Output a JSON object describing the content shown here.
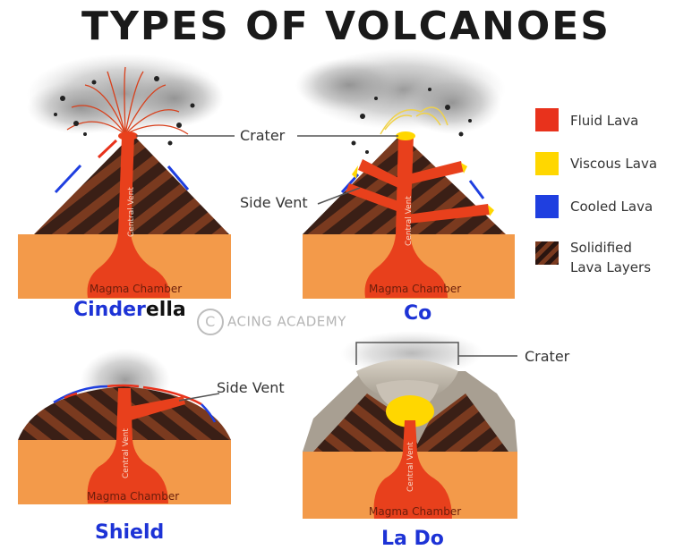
{
  "title": "TYPES OF VOLCANOES",
  "volcanoes": {
    "cinder": {
      "name_part1": "Cinder",
      "name_part2": "ella",
      "central_vent": "Central Vent",
      "magma_chamber": "Magma Chamber"
    },
    "composite": {
      "name": "Co",
      "central_vent": "Central Vent",
      "magma_chamber": "Magma Chamber"
    },
    "shield": {
      "name": "Shield",
      "central_vent": "Central Vent",
      "magma_chamber": "Magma Chamber"
    },
    "dome": {
      "name": "La Do",
      "central_vent": "Central Vent",
      "magma_chamber": "Magma Chamber"
    }
  },
  "labels": {
    "crater": "Crater",
    "side_vent": "Side Vent",
    "side_vent_shield": "Side Vent",
    "crater_dome": "Crater"
  },
  "legend": {
    "items": [
      {
        "label": "Fluid Lava",
        "color": "#e8321c"
      },
      {
        "label": "Viscous Lava",
        "color": "#ffd700"
      },
      {
        "label": "Cooled Lava",
        "color": "#1f3fe0"
      },
      {
        "label_line1": "Solidified",
        "label_line2": "Lava Layers",
        "color": "#6a2a16"
      }
    ]
  },
  "watermark": {
    "symbol": "C",
    "text": "ACING ACADEMY"
  },
  "colors": {
    "ground": "#f39a4a",
    "lava": "#e8401c",
    "layer_dark": "#3a1f16",
    "layer_brown": "#7a3a1f",
    "viscous": "#ffd700",
    "cooled": "#1f3fe0",
    "ash": "#7d7d7d"
  }
}
